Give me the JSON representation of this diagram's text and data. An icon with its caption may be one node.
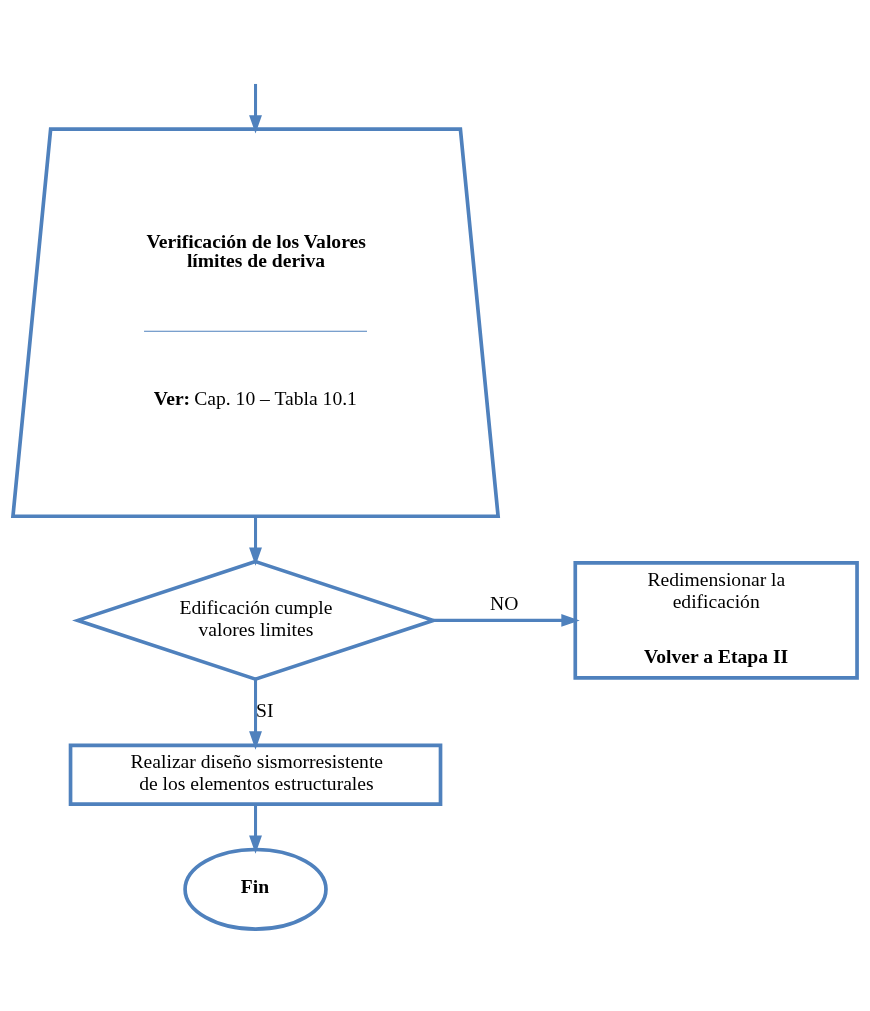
{
  "diagram": {
    "nodes": [
      {
        "text": [
          "Verificación de los Valores límites de deriva",
          "**Ver:** Cap. 10 – Tabla 10.1"
        ]
      },
      {
        "text": [
          "Edificación cumple valores limites"
        ]
      },
      {
        "text": [
          "Redimensionar la edificación",
          "Volver a Etapa II"
        ]
      },
      {
        "text": [
          "Realizar diseño sismorresistente de los elementos estructurales"
        ]
      },
      {
        "text": [
          "Fin"
        ]
      }
    ],
    "edges": [
      {
        "from": null,
        "to": 0,
        "arrow": "to"
      },
      {
        "from": 0,
        "to": 1,
        "arrow": "to"
      },
      {
        "from": 1,
        "to": 2,
        "arrow": "to",
        "label": "NO"
      },
      {
        "from": 1,
        "to": 3,
        "arrow": "to",
        "label": "SI"
      },
      {
        "from": 3,
        "to": 4,
        "arrow": "to"
      }
    ]
  }
}
